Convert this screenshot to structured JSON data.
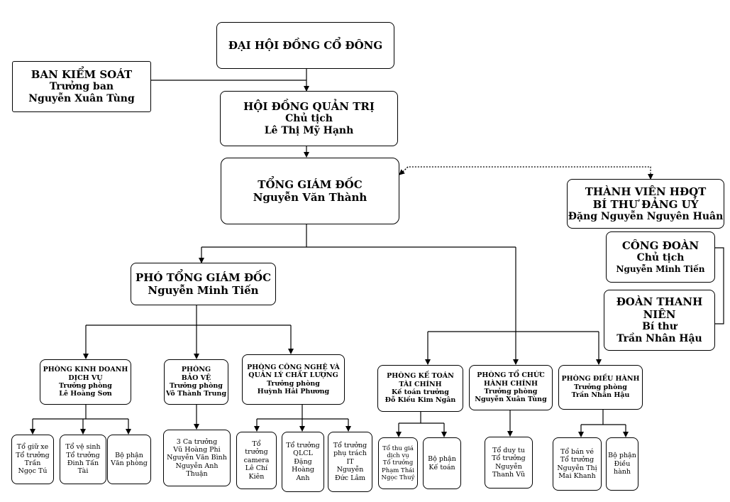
{
  "nodes": {
    "dhdcd": {
      "lines": [
        "ĐẠI HỘI ĐỒNG CỔ ĐÔNG"
      ]
    },
    "bks": {
      "lines": [
        "BAN KIỂM SOÁT",
        "Trưởng ban",
        "Nguyễn Xuân Tùng"
      ]
    },
    "hdqt": {
      "lines": [
        "HỘI ĐỒNG QUẢN TRỊ",
        "Chủ tịch",
        "Lê Thị Mỹ Hạnh"
      ]
    },
    "tgd": {
      "lines": [
        "TỔNG GIÁM ĐỐC",
        "Nguyễn Văn Thành"
      ]
    },
    "tvhdqt": {
      "lines": [
        "THÀNH VIÊN HĐQT",
        "BÍ THƯ ĐẢNG UỶ",
        "Đặng Nguyễn Nguyên Huân"
      ]
    },
    "congdoan": {
      "lines": [
        "CÔNG ĐOÀN",
        "Chủ tịch",
        "Nguyễn Minh Tiến"
      ]
    },
    "doanthanhnien": {
      "lines": [
        "ĐOÀN THANH",
        "NIÊN",
        "Bí thư",
        "Trần Nhân Hậu"
      ]
    },
    "ptgd": {
      "lines": [
        "PHÓ TỔNG GIÁM ĐỐC",
        "Nguyễn Minh Tiến"
      ]
    },
    "p_kinhdoanh": {
      "lines": [
        "PHÒNG KINH DOANH",
        "DỊCH VỤ",
        "Trưởng phòng",
        "Lê Hoàng Sơn"
      ]
    },
    "p_baove": {
      "lines": [
        "PHÒNG",
        "BẢO VỆ",
        "Trưởng phòng",
        "Võ Thành Trung"
      ]
    },
    "p_congnghe": {
      "lines": [
        "PHÒNG CÔNG NGHỆ VÀ",
        "QUẢN LÝ CHẤT LƯỢNG",
        "Trưởng phòng",
        "Huỳnh Hải Phương"
      ]
    },
    "p_ketoan": {
      "lines": [
        "PHÒNG KẾ TOÁN",
        "TÀI CHÍNH",
        "Kế toán trưởng",
        "Đỗ Kiều Kim Ngân"
      ]
    },
    "p_tochuc": {
      "lines": [
        "PHÒNG TỔ CHỨC",
        "HÀNH CHÍNH",
        "Trưởng phòng",
        "Nguyễn Xuân Tùng"
      ]
    },
    "p_dieuhanh": {
      "lines": [
        "PHÒNG ĐIỀU HÀNH",
        "Trưởng phòng",
        "Trần Nhân Hậu"
      ]
    },
    "t_giuxe": {
      "lines": [
        "Tổ giữ xe",
        "Tổ trưởng",
        "Trần",
        "Ngọc Tú"
      ]
    },
    "t_vesinh": {
      "lines": [
        "Tổ vệ sinh",
        "Tổ trưởng",
        "Đinh Tấn",
        "Tài"
      ]
    },
    "bp_vanphong": {
      "lines": [
        "Bộ phận",
        "Văn phòng"
      ]
    },
    "ca_truong": {
      "lines": [
        "3 Ca trưởng",
        "Vũ Hoàng Phi",
        "Nguyễn Văn Bình",
        "Nguyễn Anh",
        "Thuận"
      ]
    },
    "t_camera": {
      "lines": [
        "Tổ",
        "trưởng",
        "camera",
        "Lê Chí",
        "Kiên"
      ]
    },
    "t_qlcl": {
      "lines": [
        "Tổ trưởng",
        "QLCL",
        "Đặng",
        "Hoàng",
        "Anh"
      ]
    },
    "t_it": {
      "lines": [
        "Tổ trưởng",
        "phụ trách",
        "IT",
        "Nguyễn",
        "Đức Lâm"
      ]
    },
    "t_thugia": {
      "lines": [
        "Tổ thu giá",
        "dịch vụ",
        "Tổ trưởng",
        "Phạm Thái",
        "Ngọc Thuý"
      ]
    },
    "bp_ketoan": {
      "lines": [
        "Bộ phận",
        "Kế toán"
      ]
    },
    "t_duytu": {
      "lines": [
        "Tổ duy tu",
        "Tổ trưởng",
        "Nguyễn",
        "Thanh Vũ"
      ]
    },
    "t_banve": {
      "lines": [
        "Tổ bán vé",
        "Tổ trưởng",
        "Nguyễn Thị",
        "Mai Khanh"
      ]
    },
    "bp_dieuhanh": {
      "lines": [
        "Bộ phận",
        "Điều",
        "hành"
      ]
    }
  }
}
